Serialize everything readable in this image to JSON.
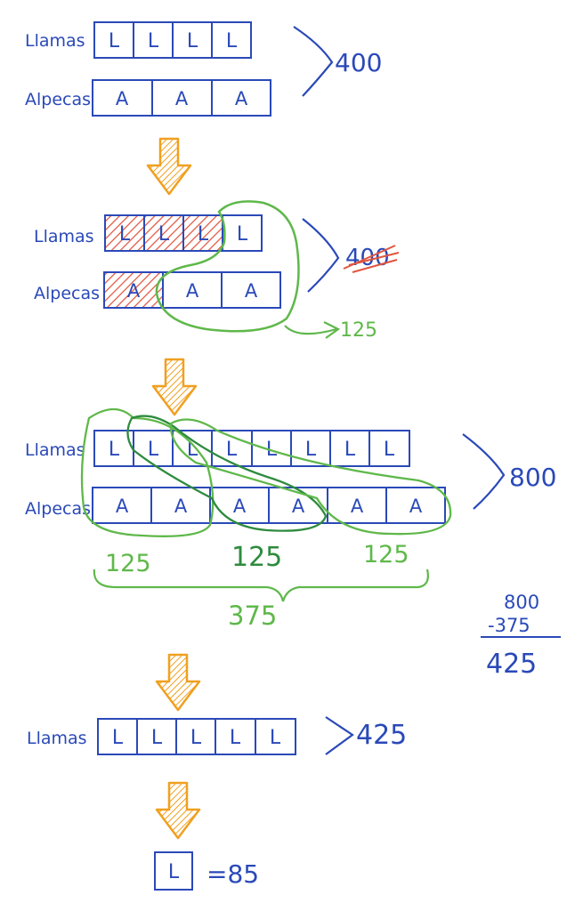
{
  "colors": {
    "blue": "#2a49b8",
    "green": "#5fb84a",
    "dark_green": "#2e8b3e",
    "red": "#e0553f",
    "orange": "#f0a020"
  },
  "step1": {
    "llamas_label": "Llamas",
    "alpacas_label": "Alpecas",
    "llama_cells": [
      "L",
      "L",
      "L",
      "L"
    ],
    "alpaca_cells": [
      "A",
      "A",
      "A"
    ],
    "total": "400"
  },
  "step2": {
    "llamas_label": "Llamas",
    "alpacas_label": "Alpecas",
    "llama_cells": [
      "L",
      "L",
      "L",
      "L"
    ],
    "alpaca_cells": [
      "A",
      "A",
      "A"
    ],
    "crossed_total": "400",
    "group_value": "125"
  },
  "step3": {
    "llamas_label": "Llamas",
    "alpacas_label": "Alpecas",
    "llama_cells": [
      "L",
      "L",
      "L",
      "L",
      "L",
      "L",
      "L",
      "L"
    ],
    "alpaca_cells": [
      "A",
      "A",
      "A",
      "A",
      "A",
      "A"
    ],
    "total": "800",
    "groups": [
      "125",
      "125",
      "125"
    ],
    "group_sum": "375"
  },
  "subtraction": {
    "top": "800",
    "subtract": "-375",
    "result": "425"
  },
  "step4": {
    "llamas_label": "Llamas",
    "llama_cells": [
      "L",
      "L",
      "L",
      "L",
      "L"
    ],
    "total": "425"
  },
  "step5": {
    "cell": "L",
    "equals": "=85"
  }
}
